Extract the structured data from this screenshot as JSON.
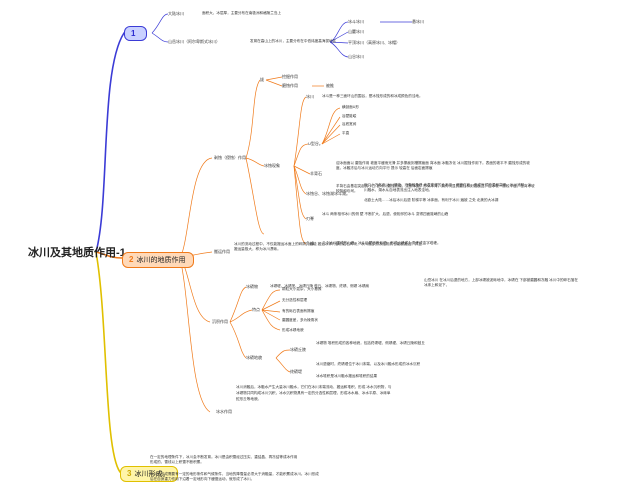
{
  "title": "冰川及其地质作用-1",
  "branches": [
    {
      "num": "1",
      "label": "",
      "color": "#3b3bd6"
    },
    {
      "num": "2",
      "label": "冰川的地质作用",
      "color": "#f07a1a"
    },
    {
      "num": "3",
      "label": "冰川形成。",
      "color": "#e0c000"
    }
  ],
  "b1": {
    "continental": "大陆冰川",
    "continental_desc": "面积大，冰层厚，主要分布在南极洲和格陵兰岛上",
    "mountain": "山岳冰川（阿尔卑斯式冰川）",
    "mountain_desc": "发育在高山上的冰川，主要分布在中低纬度高海拔地区",
    "types": [
      "冰斗冰川",
      "山麓冰川",
      "平顶冰川（高原冰川、冰帽）",
      "山谷冰川"
    ],
    "extra": "悬冰川"
  },
  "erosion": {
    "label": "剥蚀（侵蚀）作用",
    "a": "拔",
    "a_items": [
      "挖掘作用",
      "磨蚀作用"
    ],
    "a_sub": "被推",
    "ice": "冰川",
    "ice_desc": "冰斗是一种三面环山的围谷，是冰蚀形成的和冰成颜色的洼地。",
    "u": "U型谷。",
    "u_items": [
      "横剖面U形",
      "谷壁陡峻",
      "谷底宽阔",
      "平直"
    ],
    "yangbei": "羊背石",
    "yangbei_desc1": "迎冰面面以 磨蚀作用 坡度平缓而光滑 并多擦痕刻槽擦痕面 背冰面 冰融冻化 冰川掘蚀作用下。表面的坡平不 磨蚀形成的坡度。冰融冻后与冰川运动方向平行 提示 较高在 后面岩面擦痕",
    "yangbei_desc2": "羊背石由基岩突起的小丘 被冰川磨蚀而成，顶部浑圆，形似羊背。具有明显的磨蚀和刻蚀痕迹，迎冰坡一般较平缓，在背冰坡较陡和坎坷。",
    "phenomenon": "冰蚀现象",
    "grade": "冰蚀谷、冰蚀湖冰斗湖。",
    "grade_desc1": "迈几十万年来 冰川侵蚀。刃脊和角峰 地表变得的凸不平，造物广布。造成气候的湿和变暖，冰川消融，冰川融水，湖水从自地表流出注入地表洼地。",
    "grade_desc2": "北欧土大陆……冰后冰川后退 阶梯平等 冰体面，有利于冰川 遍被 之处 北美的大冰湖",
    "horn": "刃脊",
    "horn_desc": "冰斗 两条相邻冰川的侧 壁 不断扩大，后退，使相邻的冰斗 变得四面陡峭的山峰",
    "peak": "角峰",
    "peak_desc": "几个冰斗围成的山峰，冰斗后壁不断后退，形成山峰成为角峰或金字塔峰。"
  },
  "transport": {
    "label": "搬运作用",
    "desc": "冰川的流动过程中，不仅能搬运冰面上的碎屑，也能 搬运冰体内部的岩石碎块，冰川底部的冻结物质也能被搬运，并且 搬运量极大，称为冰川漂砾。"
  },
  "deposition": {
    "label": "沉积作用",
    "moraine": "冰碛物",
    "moraine_types": "冰碛堤、冰碛垄、冰碛丘陵 鼓丘、冰碛物、终碛、侧碛 冰碛扇",
    "moraine_note": "山岳冰川 在冰川后退的地方，上部冰碛被泥砾地中，冰碛在 下部被磨圆和冻融 冰川中的碎石落在冰床上和泥下，",
    "features": "特点",
    "feature_items": [
      "颗粒大小混杂，大小悬殊",
      "无分选性和层理",
      "有的砾石表面有擦痕",
      "磨圆度差，多为棱角状",
      "形成冰碛地貌"
    ],
    "landform": "冰碛地貌",
    "lf_items": [
      "冰碛丘陵",
      "终碛堤",
      "侧碛堤"
    ],
    "lf_desc1": "冰碛物 堆积形成的各种地貌，包括终碛堤、侧碛堤、冰碛丘陵和鼓丘",
    "lf_desc2": "冰川退缩时，终碛堤位于冰川末端，以及冰川融水形成的冰水沉积",
    "lf_desc3": "冰水堆积是冰川融水搬运和堆积的结果",
    "fluvio": "冰水作用",
    "fluvio_desc": "冰川消融后，冰融水产生大量冰川融水，它们在冰川末端流动、搬运和堆积，形成 冰水沉积物，与冰碛物共同构成冰川沉积，冰水沉积物具有一定的分选性和层理，形成冰水扇、冰水平原、冰砾阜 蛇形丘等地貌。"
  },
  "formation": {
    "p1": "在一定的地理条件下，冰川会不断发育。冰川是由积雪经过压实、重结晶、再冻结等成冰作用形成的，雪线以上积雪不断积累。",
    "p2": "冰川的形成需要有一定的地形条件和气候条件，当地的降雪量必须大于消融量，才能积累成冰川。冰川形成后在自身重力作用下沿着一定地形向下缓慢运动，就形成了冰川。"
  }
}
